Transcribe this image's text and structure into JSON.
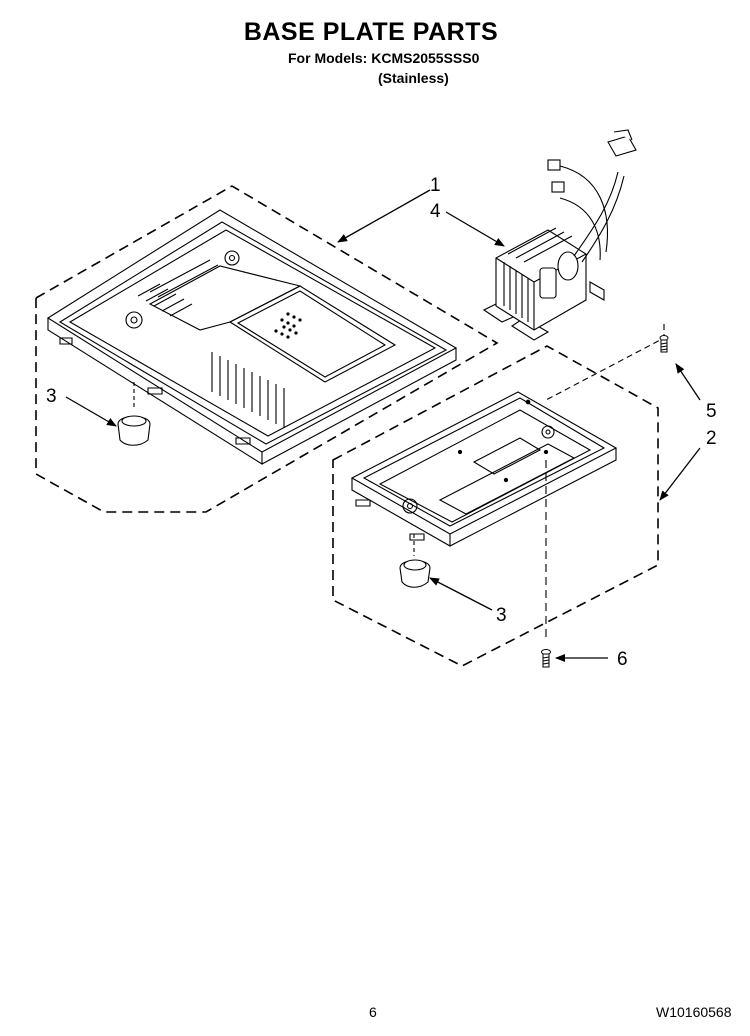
{
  "header": {
    "title": "BASE PLATE PARTS",
    "models_line": "For Models: KCMS2055SSS0",
    "variant": "(Stainless)"
  },
  "callouts": {
    "part_1": "1",
    "part_4": "4",
    "part_3_left": "3",
    "part_5": "5",
    "part_2": "2",
    "part_3_right": "3",
    "part_6": "6"
  },
  "footer": {
    "page_number": "6",
    "doc_number": "W10160568"
  }
}
